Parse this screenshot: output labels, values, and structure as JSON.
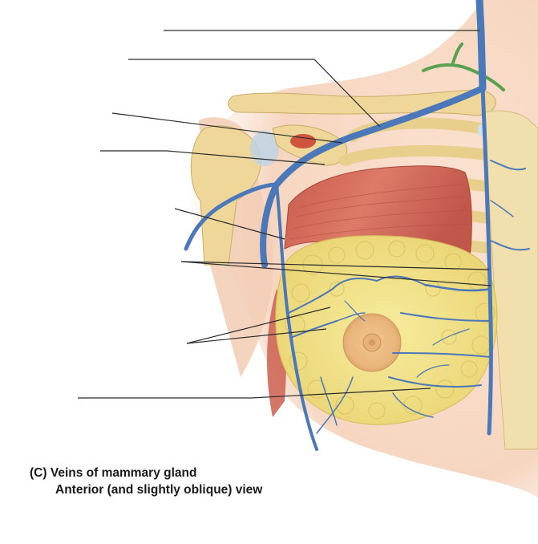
{
  "caption": {
    "label": "(C)",
    "title": "Veins of mammary gland",
    "view": "Anterior (and slightly oblique) view"
  },
  "colors": {
    "skin": "#f6d6c0",
    "bone": "#efd79a",
    "muscle": "#d9705f",
    "fat": "#f2e48d",
    "vein": "#4a78b8",
    "nerve": "#5aa14f",
    "leader": "#2b2b2b"
  },
  "labels": [
    {
      "id": "label-1",
      "text": ""
    },
    {
      "id": "label-2",
      "text": ""
    },
    {
      "id": "label-3",
      "text": ""
    },
    {
      "id": "label-4",
      "text": ""
    },
    {
      "id": "label-5",
      "text": ""
    },
    {
      "id": "label-6",
      "text": ""
    },
    {
      "id": "label-7",
      "text": ""
    },
    {
      "id": "label-8",
      "text": ""
    }
  ]
}
